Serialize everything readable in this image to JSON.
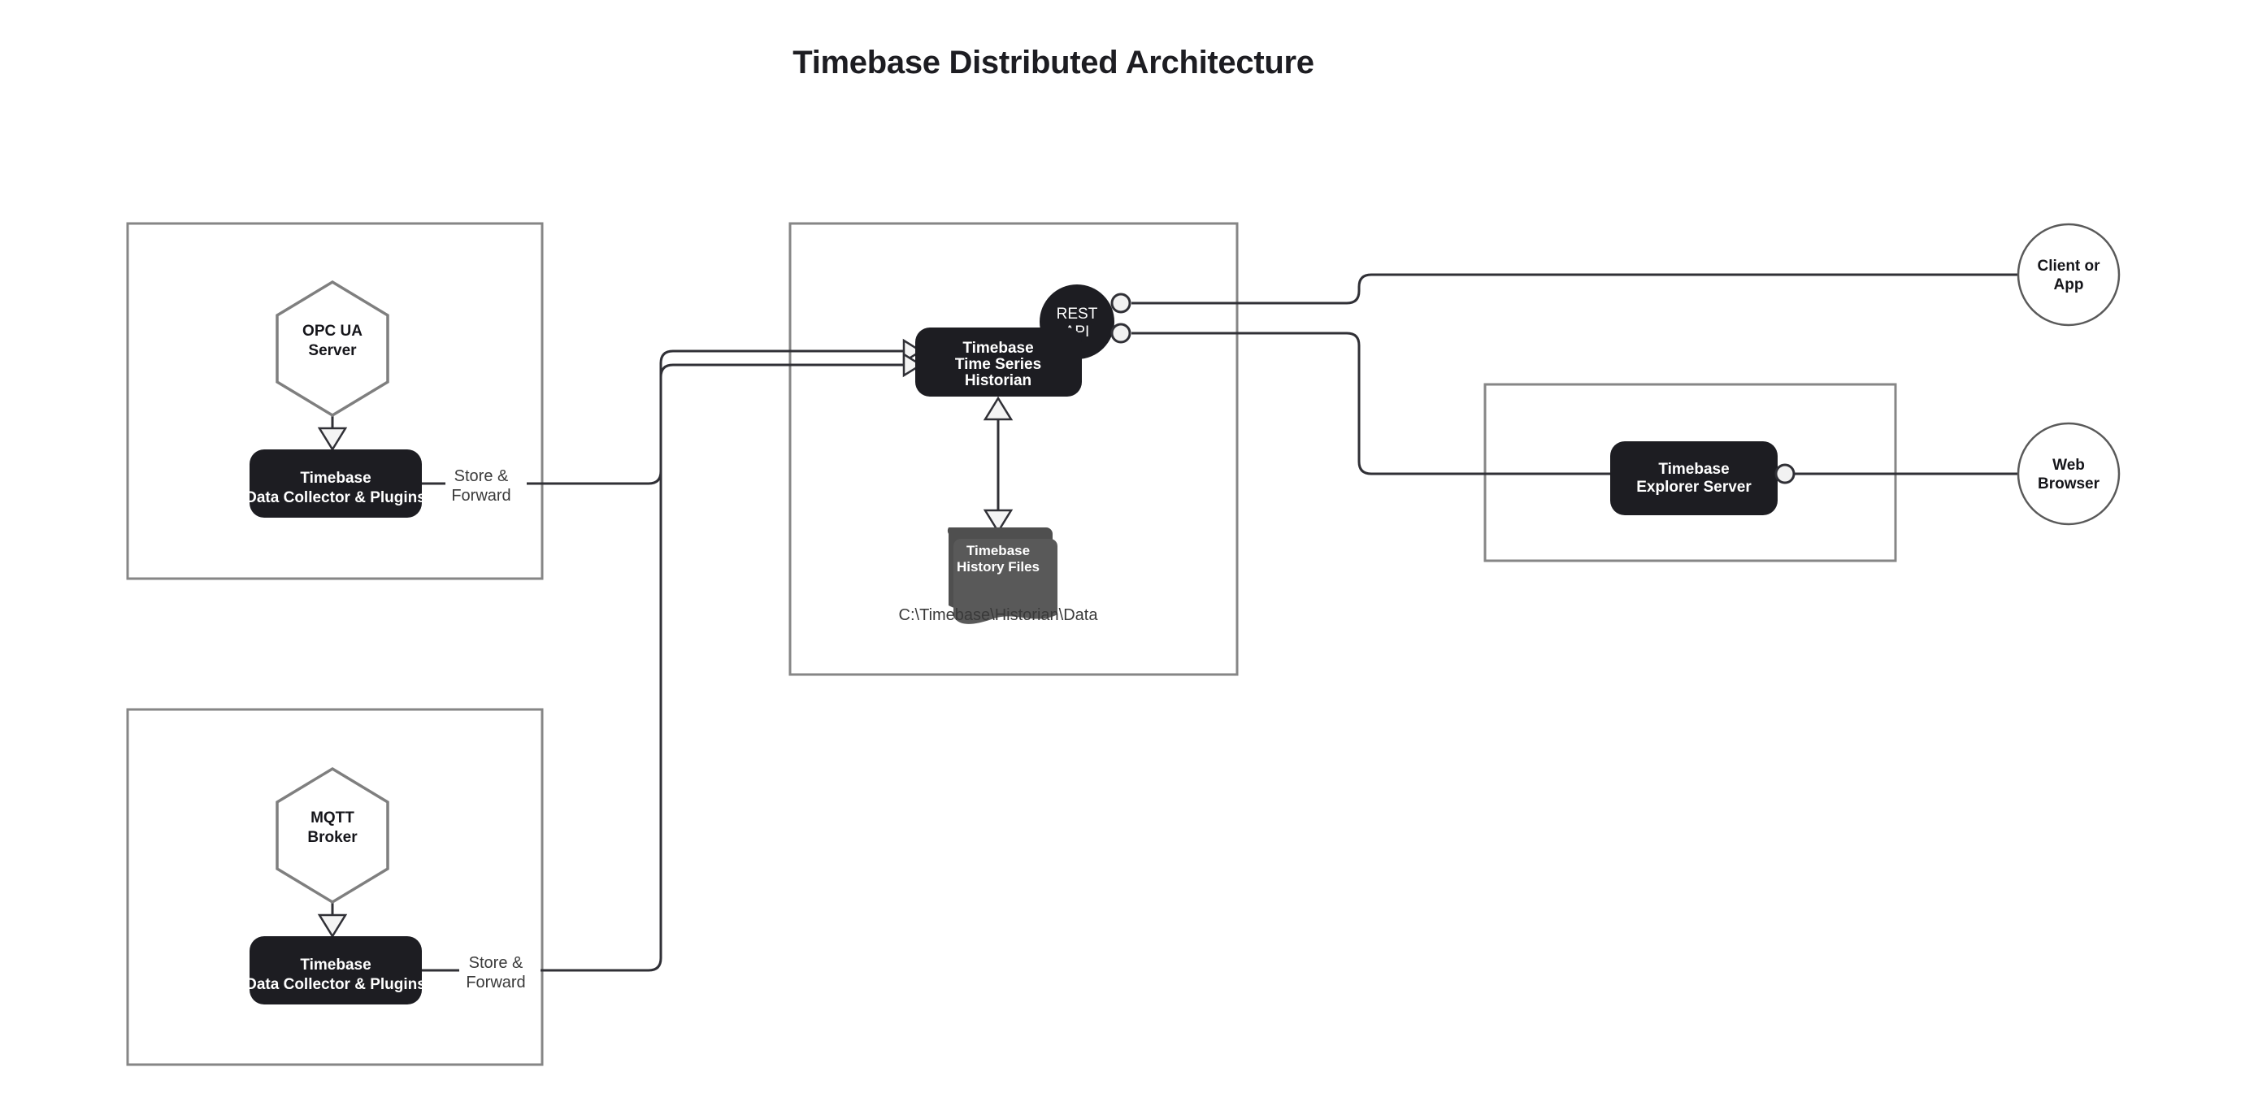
{
  "title": "Timebase Distributed Architecture",
  "nodes": {
    "opc_hex": {
      "line1": "OPC UA",
      "line2": "Server"
    },
    "mqtt_hex": {
      "line1": "MQTT",
      "line2": "Broker"
    },
    "collector_top": {
      "line1": "Timebase",
      "line2": "Data Collector & Plugins"
    },
    "collector_bottom": {
      "line1": "Timebase",
      "line2": "Data Collector & Plugins"
    },
    "historian": {
      "line1": "Timebase",
      "line2": "Time Series",
      "line3": "Historian"
    },
    "rest_api": {
      "line1": "REST",
      "line2": "API"
    },
    "history_files": {
      "line1": "Timebase",
      "line2": "History Files"
    },
    "history_path": "C:\\Timebase\\Historian\\Data",
    "explorer": {
      "line1": "Timebase",
      "line2": "Explorer Server"
    },
    "client_app": {
      "line1": "Client or",
      "line2": "App"
    },
    "web_browser": {
      "line1": "Web",
      "line2": "Browser"
    }
  },
  "edges": {
    "store_forward_top": {
      "line1": "Store &",
      "line2": "Forward"
    },
    "store_forward_bottom": {
      "line1": "Store &",
      "line2": "Forward"
    }
  },
  "colors": {
    "dark_node": "#1d1d22",
    "gray_doc": "#595959",
    "panel_border": "#868686",
    "hex_border": "#7f7f7f",
    "connector": "#303036",
    "background": "#ffffff",
    "title_text": "#1d1d22"
  }
}
